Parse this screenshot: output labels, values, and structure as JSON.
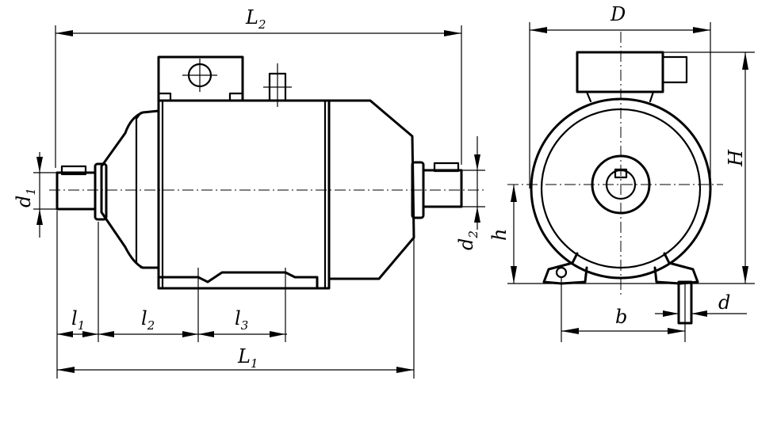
{
  "labels": {
    "L2": {
      "main": "L",
      "sub": "2"
    },
    "L1": {
      "main": "L",
      "sub": "1"
    },
    "l1": {
      "main": "l",
      "sub": "1"
    },
    "l2": {
      "main": "l",
      "sub": "2"
    },
    "l3": {
      "main": "l",
      "sub": "3"
    },
    "d1": {
      "main": "d",
      "sub": "1"
    },
    "d2": {
      "main": "d",
      "sub": "2"
    },
    "D": "D",
    "H": "H",
    "h": "h",
    "b": "b",
    "d": "d"
  }
}
